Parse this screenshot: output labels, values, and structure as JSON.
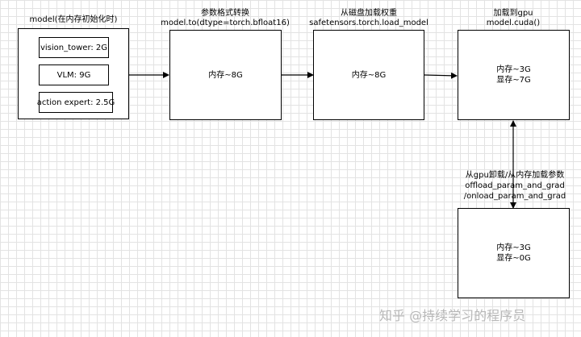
{
  "model_box": {
    "title": "model(在内存初始化时)",
    "items": [
      "vision_tower: 2G",
      "VLM: 9G",
      "action expert: 2.5G"
    ]
  },
  "convert_box": {
    "title_line1": "参数格式转换",
    "title_line2": "model.to(dtype=torch.bfloat16)",
    "content": [
      "内存~8G"
    ]
  },
  "load_box": {
    "title_line1": "从磁盘加载权重",
    "title_line2": "safetensors.torch.load_model",
    "content": [
      "内存~8G"
    ]
  },
  "gpu_box": {
    "title_line1": "加载到gpu",
    "title_line2": "model.cuda()",
    "content": [
      "内存~3G",
      "显存~7G"
    ]
  },
  "offload_box": {
    "content": [
      "内存~3G",
      "显存~0G"
    ]
  },
  "offload_label": [
    "从gpu卸载/从内存加载参数",
    "offload_param_and_grad",
    "/onload_param_and_grad"
  ],
  "watermark": "知乎 @持续学习的程序员"
}
